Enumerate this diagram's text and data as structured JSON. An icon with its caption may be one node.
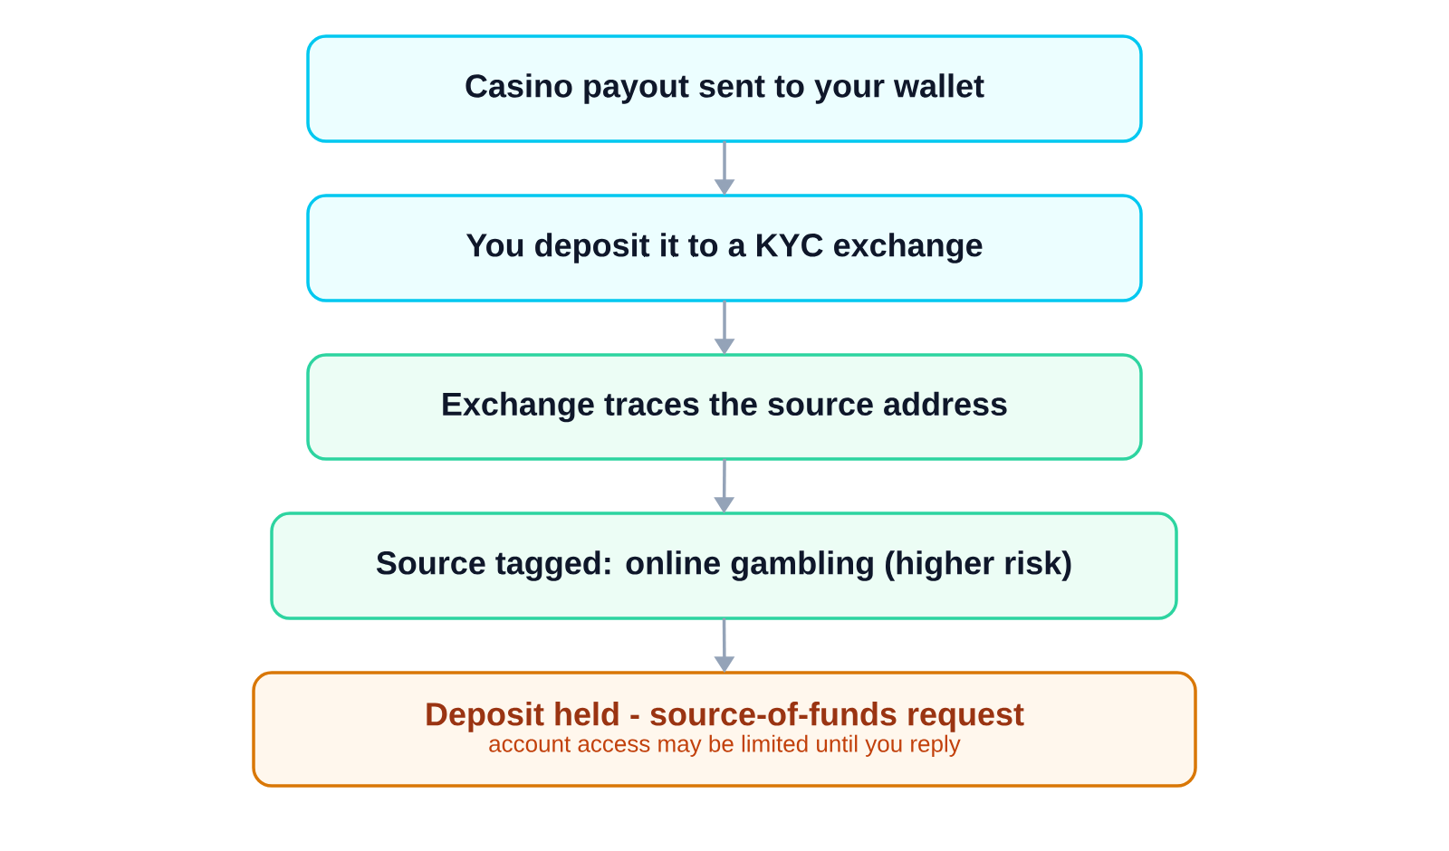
{
  "diagram": {
    "nodes": [
      {
        "text": [
          "Casino payout sent to your wallet"
        ]
      },
      {
        "text": [
          "You deposit it to a KYC exchange"
        ]
      },
      {
        "text": [
          "Exchange traces the source address"
        ]
      },
      {
        "text": [
          "Source tagged: online gambling (higher risk)"
        ]
      },
      {
        "text": [
          "Deposit held - source-of-funds request",
          "account access may be limited until you reply"
        ]
      }
    ],
    "edges": [
      {
        "from": 0,
        "to": 1,
        "arrow": "to"
      },
      {
        "from": 1,
        "to": 2,
        "arrow": "to"
      },
      {
        "from": 2,
        "to": 3,
        "arrow": "to"
      },
      {
        "from": 3,
        "to": 4,
        "arrow": "to"
      }
    ]
  }
}
